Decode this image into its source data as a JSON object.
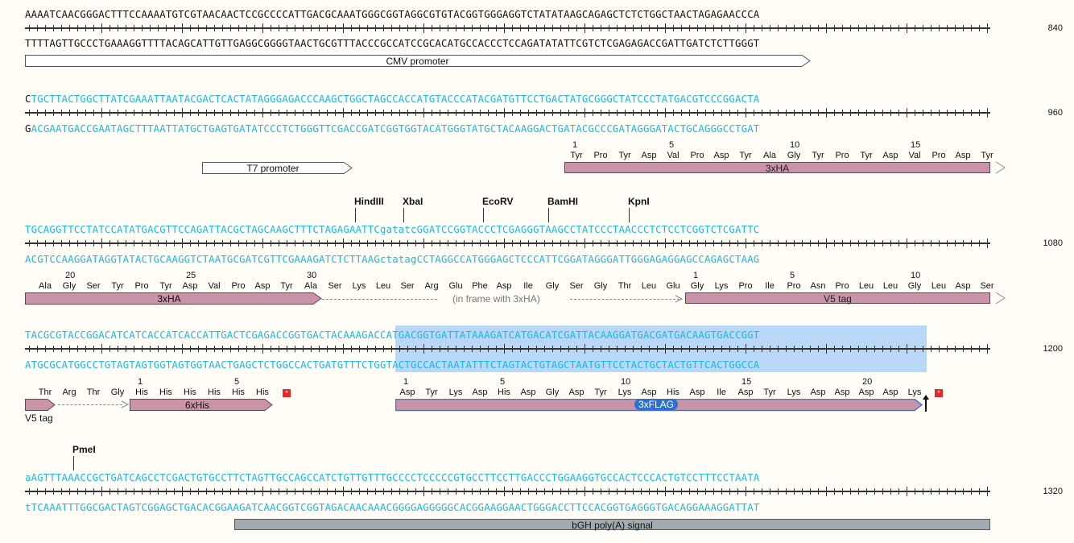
{
  "rows": [
    {
      "top_seq": "AAAATCAACGGGACTTTCCAAAATGTCGTAACAACTCCGCCCCATTGACGCAAATGGGCGGTAGGCGTGTACGGTGGGAGGTCTATATAAGCAGAGCTCTCTGGCTAACTAGAGAACCCA",
      "bot_seq": "TTTTAGTTGCCCTGAAAGGTTTTACAGCATTGTTGAGGCGGGGTAACTGCGTTTACCCGCCATCCGCACATGCCACCCTCCAGATATATTCGTCTCGAGAGACCGATTGATCTCTTGGGT",
      "position": "840"
    },
    {
      "top_seq": "CTGCTTACTGGCTTATCGAAATTAATACGACTCACTATAGGGAGACCCAAGCTGGCTAGCCACCATGTACCCATACGATGTTCCTGACTATGCGGGCTATCCCTATGACGTCCCGGACTA",
      "bot_seq": "GACGAATGACCGAATAGCTTTAATTATGCTGAGTGATATCCCTCTGGGTTCGACCGATCGGTGGTACATGGGTATGCTACAAGGACTGATACGCCCGATAGGGATACTGCAGGGCCTGAT",
      "position": "960"
    },
    {
      "top_seq": "TGCAGGTTCCTATCCATATGACGTTCCAGATTACGCTAGCAAGCTTTCTAGAGAATTCgatatcGGATCCGGTACCCTCGAGGGTAAGCCTATCCCTAACCCTCTCCTCGGTCTCGATTC",
      "bot_seq": "ACGTCCAAGGATAGGTATACTGCAAGGTCTAATGCGATCGTTCGAAAGATCTCTTAAGctatagCCTAGGCCATGGGAGCTCCCATTCGGATAGGGATTGGGAGAGGAGCCAGAGCTAAG",
      "position": "1080"
    },
    {
      "top_seq": "TACGCGTACCGGACATCATCACCATCACCATTGACTCGAGACCGGTGACTACAAAGACCATGACGGTGATTATAAAGATCATGACATCGATTACAAGGATGACGATGACAAGTGACCGGT",
      "bot_seq": "ATGCGCATGGCCTGTAGTAGTGGTAGTGGTAACTGAGCTCTGGCCACTGATGTTTCTGGTACTGCCACTAATATTTCTAGTACTGTAGCTAATGTTCCTACTGCTACTGTTCACTGGCCA",
      "position": "1200"
    },
    {
      "top_seq": "aAGTTTAAACCGCTGATCAGCCTCGACTGTGCCTTCTAGTTGCCAGCCATCTGTTGTTTGCCCCTCCCCCGTGCCTTCCTTGACCCTGGAAGGTGCCACTCCCACTGTCCTTTCCTAATA",
      "bot_seq": "tTCAAATTTGGCGACTAGTCGGAGCTGACACGGAAGATCAACGGTCGGTAGACAACAAACGGGGAGGGGGCACGGAAGGAACTGGGACCTTCCACGGTGAGGGTGACAGGAAAGGATTAT",
      "position": "1320"
    }
  ],
  "features": {
    "cmv": "CMV promoter",
    "t7": "T7 promoter",
    "ha": "3xHA",
    "v5": "V5 tag",
    "his": "6xHis",
    "flag": "3xFLAG",
    "bgh": "bGH poly(A) signal",
    "in_frame": "(in frame with 3xHA)"
  },
  "enzymes": [
    "HindIII",
    "XbaI",
    "EcoRV",
    "BamHI",
    "KpnI",
    "PmeI"
  ],
  "aa_rows": {
    "ha1": [
      "Tyr",
      "Pro",
      "Tyr",
      "Asp",
      "Val",
      "Pro",
      "Asp",
      "Tyr",
      "Ala",
      "Gly",
      "Tyr",
      "Pro",
      "Tyr",
      "Asp",
      "Val",
      "Pro",
      "Asp",
      "Tyr"
    ],
    "ha1_nums": [
      "1",
      "5",
      "10",
      "15"
    ],
    "row3": [
      "Ala",
      "Gly",
      "Ser",
      "Tyr",
      "Pro",
      "Tyr",
      "Asp",
      "Val",
      "Pro",
      "Asp",
      "Tyr",
      "Ala",
      "Ser",
      "Lys",
      "Leu",
      "Ser",
      "Arg",
      "Glu",
      "Phe",
      "Asp",
      "Ile",
      "Gly",
      "Ser",
      "Gly",
      "Thr",
      "Leu",
      "Glu",
      "Gly",
      "Lys",
      "Pro",
      "Ile",
      "Pro",
      "Asn",
      "Pro",
      "Leu",
      "Leu",
      "Gly",
      "Leu",
      "Asp",
      "Ser"
    ],
    "row3_nums": [
      "20",
      "25",
      "30",
      "1",
      "5",
      "10"
    ],
    "row4a": [
      "Thr",
      "Arg",
      "Thr",
      "Gly",
      "His",
      "His",
      "His",
      "His",
      "His",
      "His"
    ],
    "row4a_nums": [
      "1",
      "5"
    ],
    "row4b": [
      "Asp",
      "Tyr",
      "Lys",
      "Asp",
      "His",
      "Asp",
      "Gly",
      "Asp",
      "Tyr",
      "Lys",
      "Asp",
      "His",
      "Asp",
      "Ile",
      "Asp",
      "Tyr",
      "Lys",
      "Asp",
      "Asp",
      "Asp",
      "Asp",
      "Lys"
    ],
    "row4b_nums": [
      "1",
      "5",
      "10",
      "15",
      "20"
    ],
    "stop": "*"
  }
}
